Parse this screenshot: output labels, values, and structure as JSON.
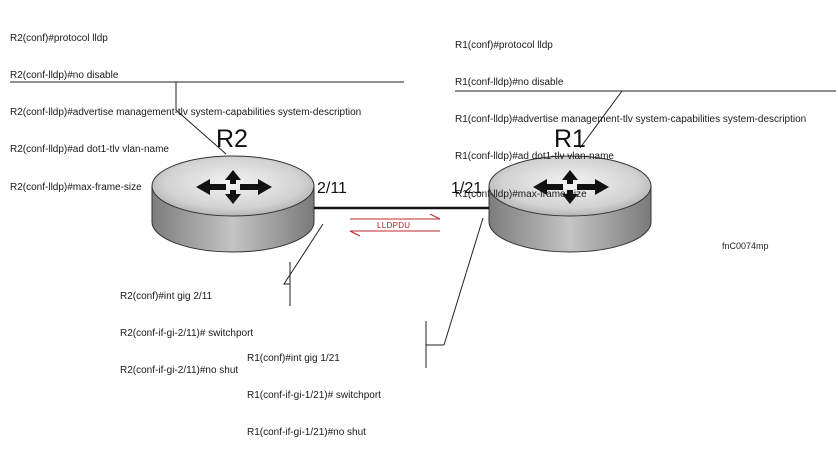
{
  "routers": {
    "r2": {
      "label": "R2",
      "port": "2/11"
    },
    "r1": {
      "label": "R1",
      "port": "1/21"
    }
  },
  "link": {
    "pdu_label": "LLDPDU"
  },
  "r2_lldp_config": [
    "R2(conf)#protocol lldp",
    "R2(conf-lldp)#no disable",
    "R2(conf-lldp)#advertise management-tlv system-capabilities system-description",
    "R2(conf-lldp)#ad dot1-tlv vlan-name",
    "R2(conf-lldp)#max-frame-size"
  ],
  "r1_lldp_config": [
    "R1(conf)#protocol lldp",
    "R1(conf-lldp)#no disable",
    "R1(conf-lldp)#advertise management-tlv system-capabilities system-description",
    "R1(conf-lldp)#ad dot1-tlv vlan-name",
    "R1(conf-lldp)#max-frame-size"
  ],
  "r2_interface_config": [
    "R2(conf)#int gig 2/11",
    "R2(conf-if-gi-2/11)# switchport",
    "R2(conf-if-gi-2/11)#no shut"
  ],
  "r1_interface_config": [
    "R1(conf)#int gig 1/21",
    "R1(conf-if-gi-1/21)# switchport",
    "R1(conf-if-gi-1/21)#no shut"
  ],
  "figure_id": "fnC0074mp",
  "colors": {
    "lldp_arrow": "#c0282d",
    "router_body": "#9a9a9a",
    "router_top": "#cfcfcf"
  }
}
